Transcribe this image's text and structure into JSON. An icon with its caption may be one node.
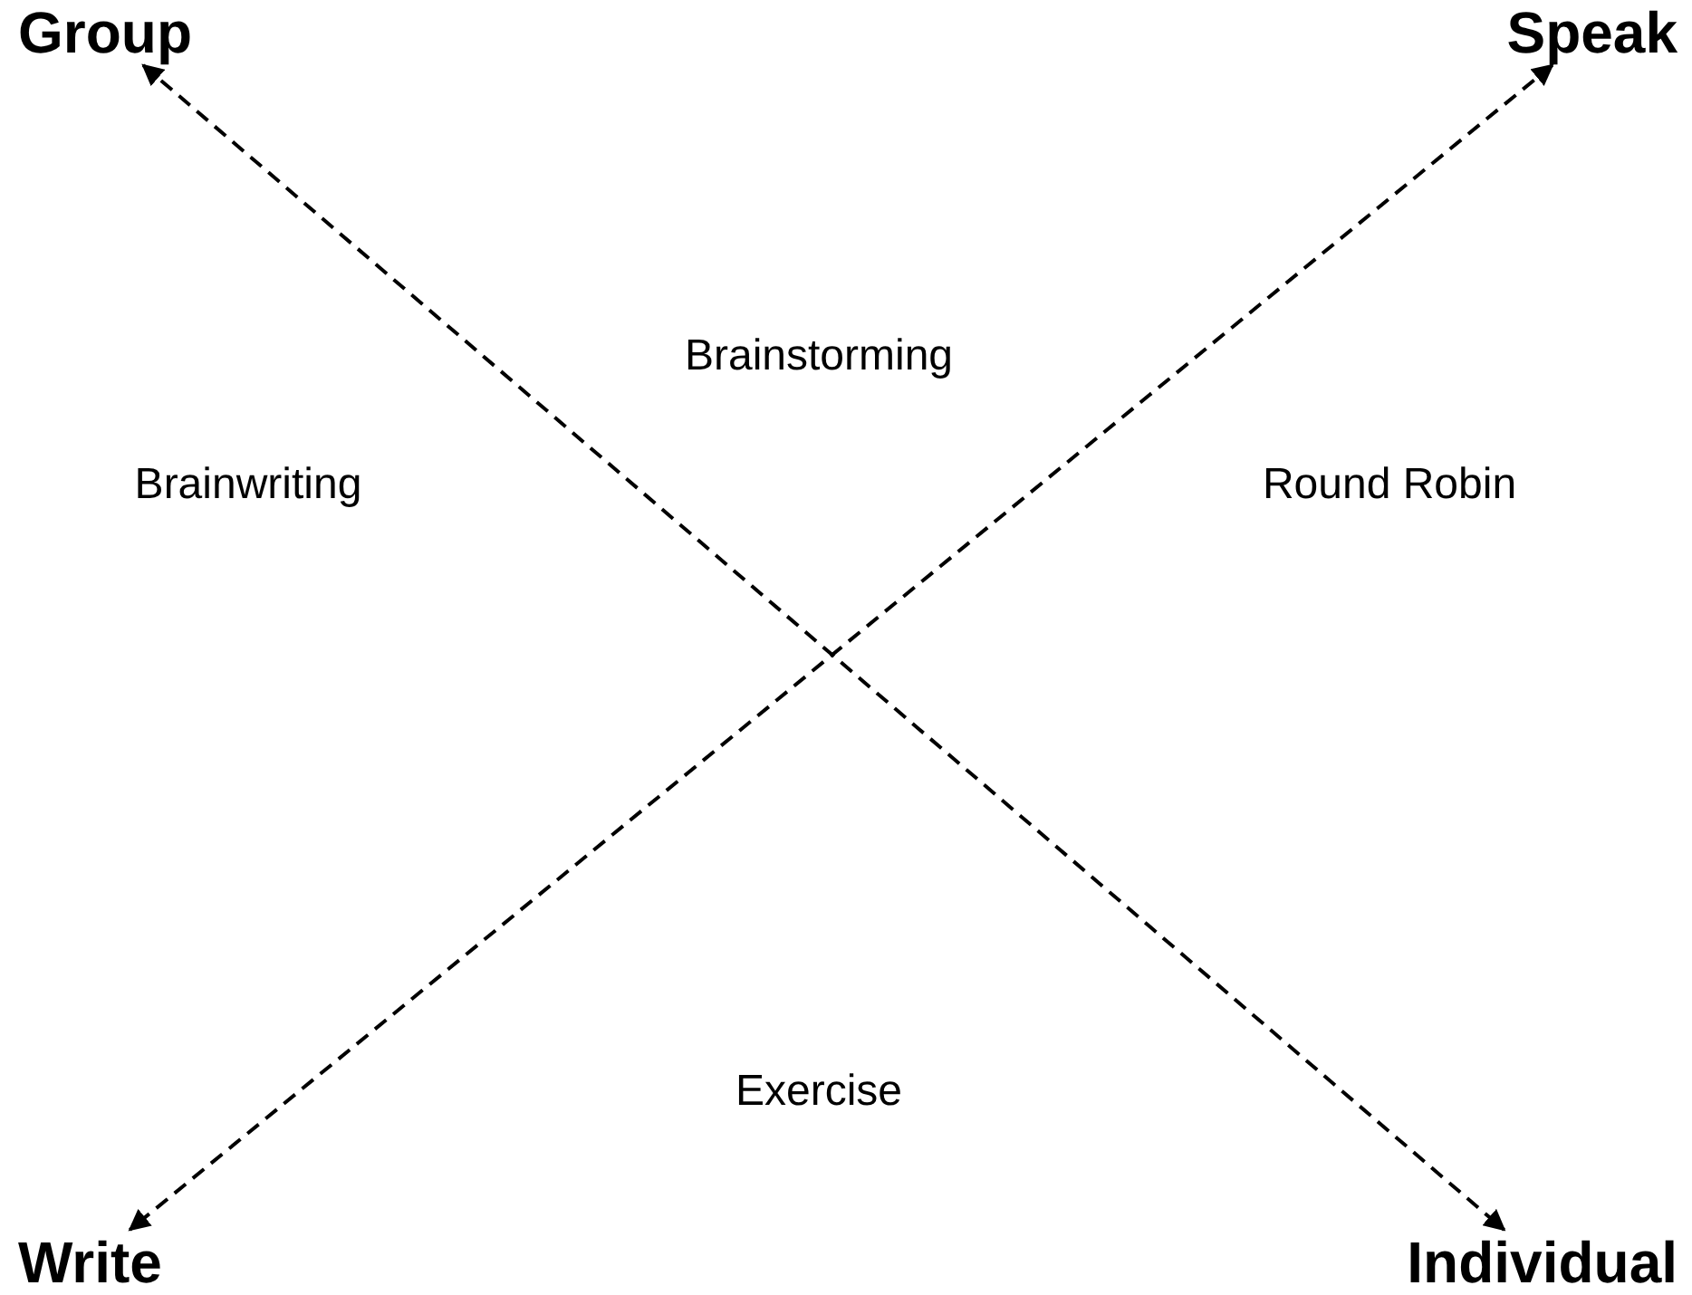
{
  "diagram": {
    "nodes": [
      {
        "text": [
          "Group"
        ]
      },
      {
        "text": [
          "Speak"
        ]
      },
      {
        "text": [
          "Write"
        ]
      },
      {
        "text": [
          "Individual"
        ]
      }
    ],
    "edges": [
      {
        "from": 0,
        "to": 3,
        "arrow": "both",
        "style": "dashed"
      },
      {
        "from": 1,
        "to": 2,
        "arrow": "both",
        "style": "dashed"
      }
    ],
    "labels": [
      "Brainstorming",
      "Brainwriting",
      "Round Robin",
      "Exercise"
    ]
  }
}
